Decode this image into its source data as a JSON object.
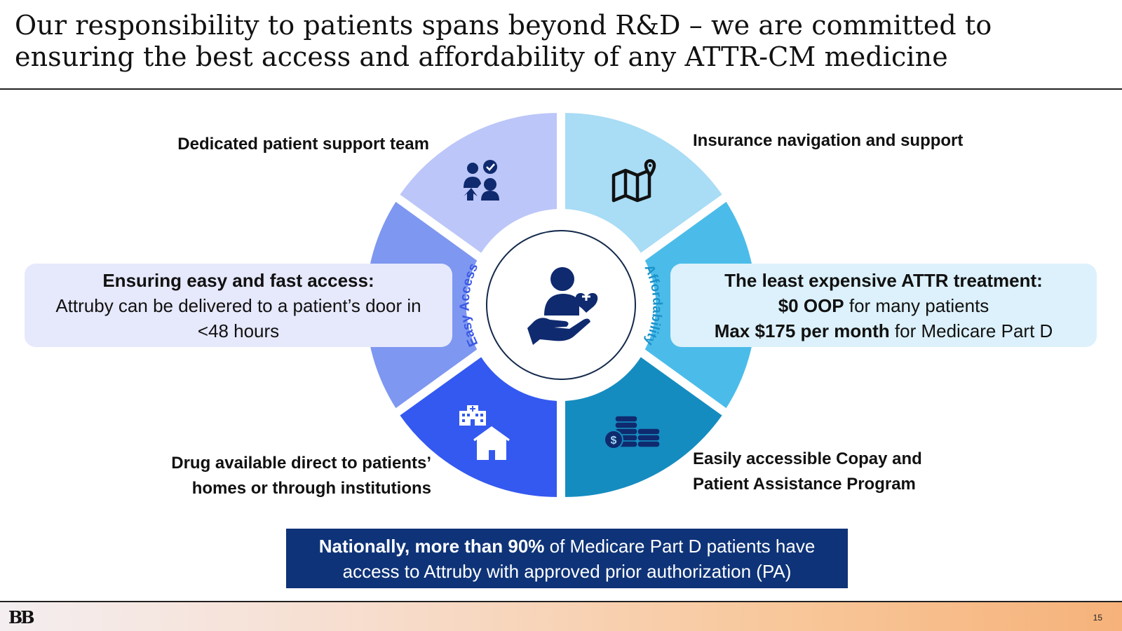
{
  "title": {
    "line1": "Our responsibility to patients spans beyond R&D – we are committed to",
    "line2": "ensuring the best access and affordability of any ATTR-CM medicine"
  },
  "wheel": {
    "center_icon": "patient-care-hand-heart-icon",
    "arc_left": "Easy Access",
    "arc_right": "Affordability",
    "segments": [
      {
        "id": "top-left",
        "color": "#bcc6f8",
        "icon": "patient-support-team-icon"
      },
      {
        "id": "top-right",
        "color": "#a9dcf5",
        "icon": "map-location-icon"
      },
      {
        "id": "mid-left",
        "color": "#7e97f0"
      },
      {
        "id": "mid-right",
        "color": "#4bbcea"
      },
      {
        "id": "bottom-left",
        "color": "#3459f0",
        "icon": "hospital-home-icon"
      },
      {
        "id": "bottom-right",
        "color": "#158cc0",
        "icon": "coins-dollar-icon"
      }
    ]
  },
  "labels": {
    "top_left": "Dedicated patient support team",
    "top_right": "Insurance navigation and support",
    "bottom_left_1": "Drug available direct to patients’",
    "bottom_left_2": "homes or through institutions",
    "bottom_right_1": "Easily accessible Copay and",
    "bottom_right_2": "Patient Assistance Program"
  },
  "left_box": {
    "heading": "Ensuring easy and fast access:",
    "line1": "Attruby can be delivered to a patient’s door in",
    "line2": "<48 hours"
  },
  "right_box": {
    "heading": "The least expensive ATTR treatment:",
    "line1_bold": "$0 OOP",
    "line1_rest": " for many patients",
    "line2_bold": "Max $175 per month",
    "line2_rest": " for Medicare Part D"
  },
  "bottom_box": {
    "bold": "Nationally, more than 90%",
    "rest1": " of Medicare Part D patients have",
    "line2": "access to Attruby with approved prior authorization (PA)"
  },
  "footer": {
    "logo": "BB",
    "page": "15"
  }
}
